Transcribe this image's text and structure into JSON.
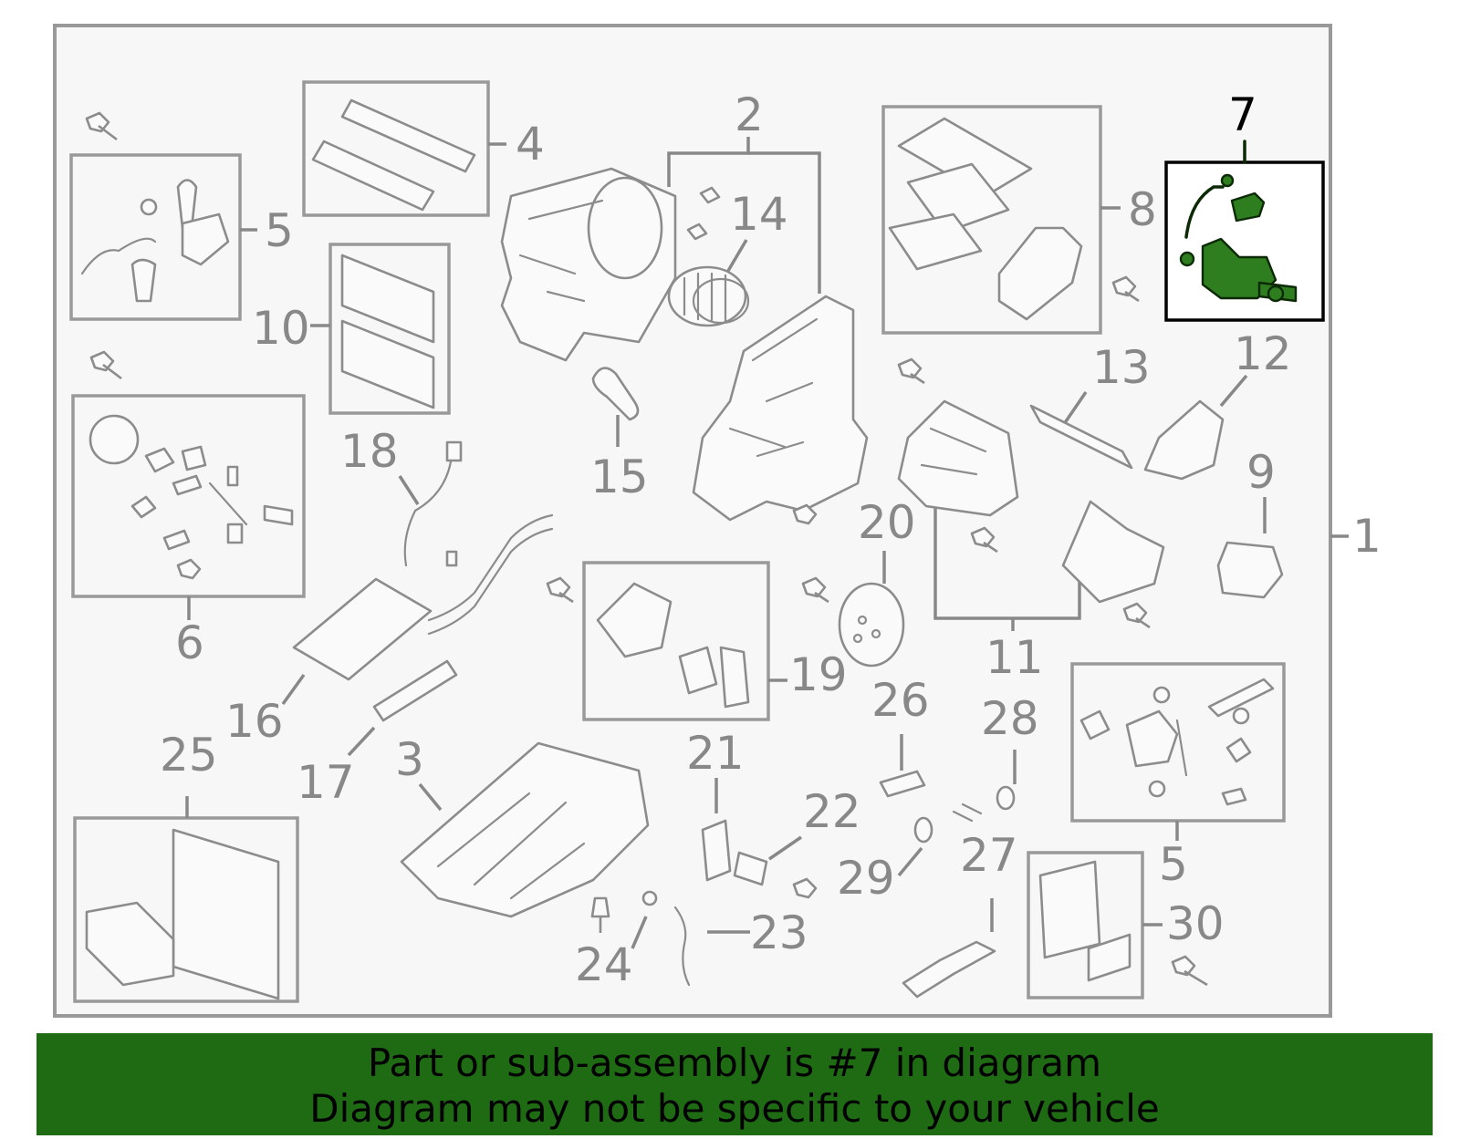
{
  "diagram": {
    "highlighted_callout": "7",
    "highlight_color": "#2e7d1e",
    "callouts": [
      "1",
      "2",
      "3",
      "4",
      "5",
      "5",
      "5",
      "6",
      "7",
      "8",
      "9",
      "10",
      "11",
      "12",
      "13",
      "14",
      "15",
      "16",
      "17",
      "18",
      "19",
      "20",
      "21",
      "22",
      "23",
      "24",
      "25",
      "26",
      "27",
      "28",
      "29",
      "30"
    ]
  },
  "banner": {
    "line1": "Part or sub-assembly is #7 in diagram",
    "line2": "Diagram may not be specific to your vehicle",
    "background": "#1e6b14"
  }
}
